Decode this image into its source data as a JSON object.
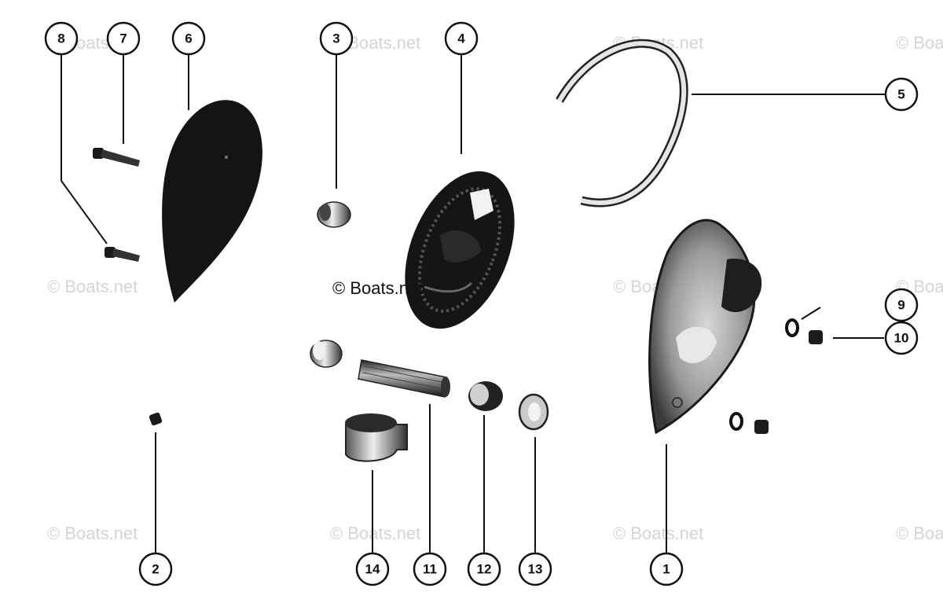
{
  "watermarks": {
    "text": "© Boats.net",
    "center": "© Boats.net"
  },
  "callouts": {
    "c1": "1",
    "c2": "2",
    "c3": "3",
    "c4": "4",
    "c5": "5",
    "c6": "6",
    "c7": "7",
    "c8": "8",
    "c9": "9",
    "c10": "10",
    "c11": "11",
    "c12": "12",
    "c13": "13",
    "c14": "14"
  },
  "colors": {
    "ink": "#111111",
    "part_dark": "#141414",
    "part_mid": "#7a7a7a",
    "part_light": "#e2e2e2",
    "watermark": "#d4d4d4"
  }
}
